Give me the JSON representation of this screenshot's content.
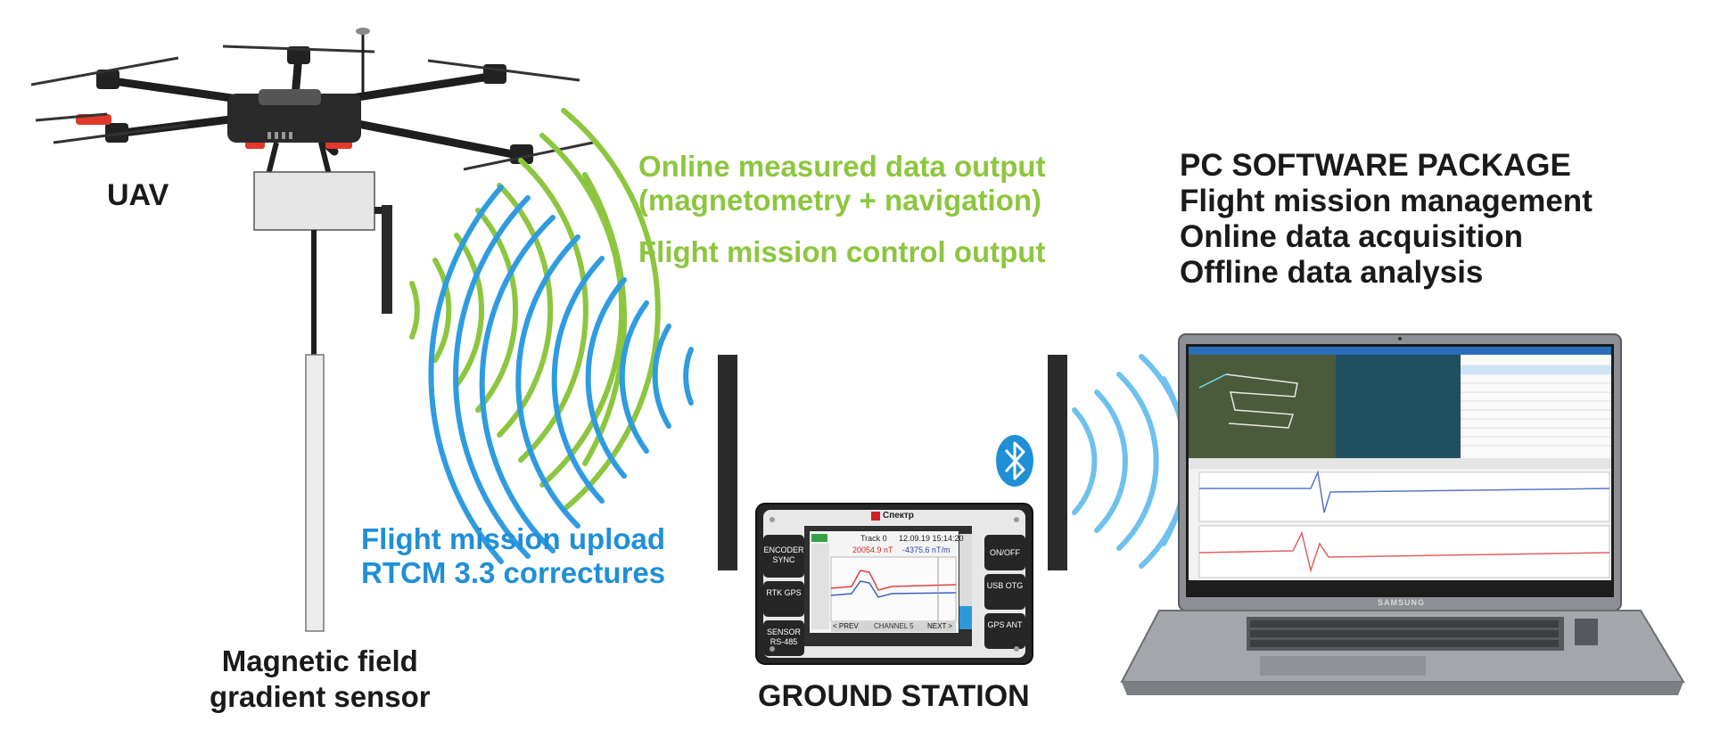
{
  "labels": {
    "uav": "UAV",
    "sensor": [
      "Magnetic field",
      "gradient sensor"
    ],
    "online_output": [
      "Online measured data output",
      "(magnetometry + navigation)"
    ],
    "mission_control": "Flight mission control output",
    "mission_upload": [
      "Flight mission upload",
      "RTCM 3.3 correctures"
    ],
    "pc_package": [
      "PC SOFTWARE PACKAGE",
      "Flight mission management",
      "Online data acquisition",
      "Offline data analysis"
    ],
    "ground_station": "GROUND STATION"
  },
  "ground_station_device": {
    "brand": "Спектр",
    "left_buttons": [
      "ENCODER SYNC",
      "RTK GPS",
      "SENSOR RS-485"
    ],
    "right_buttons": [
      "ON/OFF",
      "USB OTG",
      "GPS ANT"
    ],
    "screen": {
      "track": "Track 0",
      "datetime": "12.09.19 15:14:20",
      "value_field": "20054.9 nT",
      "value_gradient": "-4375.6 nT/m",
      "prev": "< PREV",
      "channel": "CHANNEL 5",
      "next": "NEXT >"
    }
  },
  "laptop": {
    "brand": "SAMSUNG"
  },
  "colors": {
    "green": "#8cc63f",
    "blue": "#1f8fd6",
    "text": "#1a1a1a"
  }
}
